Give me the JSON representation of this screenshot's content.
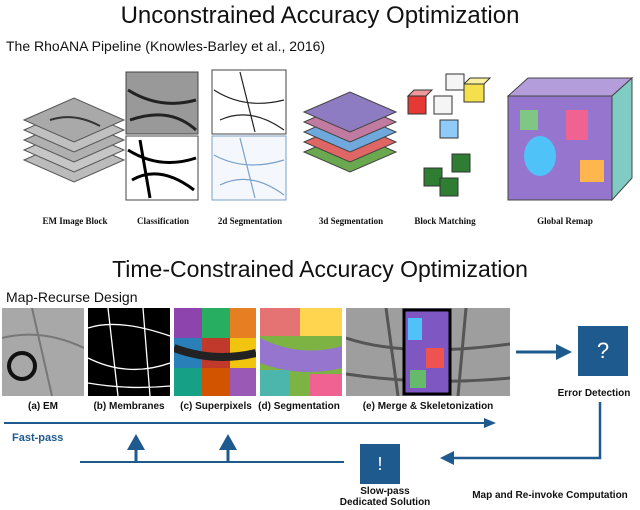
{
  "section1": {
    "title": "Unconstrained Accuracy Optimization",
    "subtitle": "The RhoANA Pipeline (Knowles-Barley et al., 2016)",
    "stages": [
      "EM Image Block",
      "Classification",
      "2d Segmentation",
      "3d Segmentation",
      "Block Matching",
      "Global Remap"
    ]
  },
  "section2": {
    "title": "Time-Constrained Accuracy Optimization",
    "subtitle": "Map-Recurse Design",
    "tiles": [
      "(a) EM",
      "(b) Membranes",
      "(c) Superpixels",
      "(d) Segmentation",
      "(e) Merge & Skeletonization"
    ],
    "fast_pass": "Fast-pass",
    "error_detection": "Error Detection",
    "error_symbol": "?",
    "slow_symbol": "!",
    "slow_pass_line1": "Slow-pass",
    "slow_pass_line2": "Dedicated Solution",
    "map_reinvoke": "Map and Re-invoke Computation"
  },
  "colors": {
    "accent": "#1f5a8f"
  }
}
